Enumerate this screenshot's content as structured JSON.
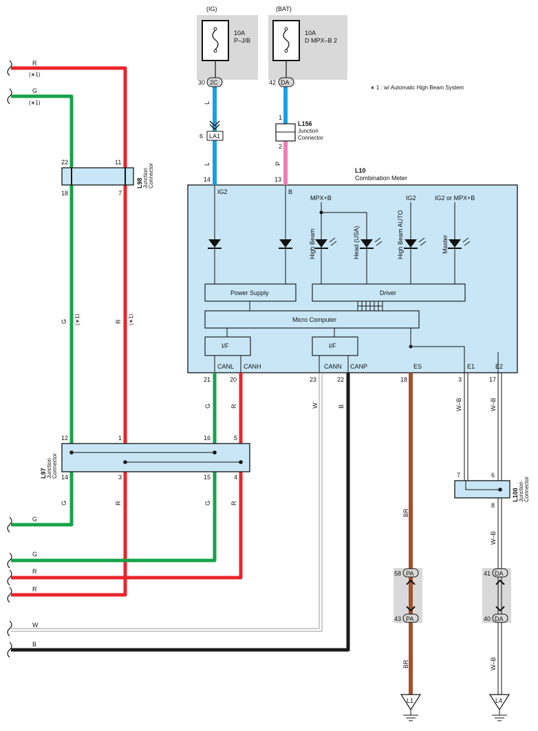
{
  "colors": {
    "red": "#e8252b",
    "green": "#16a34a",
    "blue": "#1aa0e0",
    "pink": "#ec7fb4",
    "brown": "#a0522d",
    "black": "#1a1a1a",
    "white_wire": "#9a9a9a",
    "block_fill": "#c8e6f6",
    "shade": "#d9d9d9"
  },
  "note": "∗ 1 : w/ Automatic High Beam System",
  "fuses": [
    {
      "supply": "(IG)",
      "amp": "10A",
      "name": "P–J/B",
      "connector": "2C",
      "pin": "30"
    },
    {
      "supply": "(BAT)",
      "amp": "10A",
      "name": "D MPX–B 2",
      "connector": "DA",
      "pin": "42"
    }
  ],
  "connectors": {
    "la1": {
      "label": "LA1",
      "pin": "6"
    },
    "l156": {
      "code": "L156",
      "name1": "Junction",
      "name2": "Connector",
      "pin_top": "1",
      "pin_bottom": "2"
    },
    "l10": {
      "code": "L10",
      "name": "Combination Meter"
    },
    "l98": {
      "code": "L98",
      "name1": "Junction",
      "name2": "Connector",
      "pins": [
        "22",
        "11",
        "18",
        "7"
      ]
    },
    "l97": {
      "code": "L97",
      "name1": "Junction",
      "name2": "Connector",
      "pins_top": [
        "12",
        "1",
        "16",
        "5"
      ],
      "pins_bottom": [
        "14",
        "3",
        "15",
        "4"
      ]
    },
    "l100": {
      "code": "L100",
      "name1": "Junction",
      "name2": "Connector",
      "pins": [
        "7",
        "6",
        "8"
      ]
    },
    "pa": {
      "label": "PA",
      "pin_top": "58",
      "pin_bottom": "43"
    },
    "da": {
      "label": "DA",
      "pin_top": "41",
      "pin_bottom": "40"
    }
  },
  "meter": {
    "top_pins": [
      {
        "pin": "14",
        "name": "IG2"
      },
      {
        "pin": "13",
        "name": "B"
      }
    ],
    "bottom_pins": [
      {
        "pin": "21",
        "name": "CANL"
      },
      {
        "pin": "20",
        "name": "CANH"
      },
      {
        "pin": "23",
        "name": "CANN"
      },
      {
        "pin": "22",
        "name": "CANP"
      },
      {
        "pin": "18",
        "name": "ES"
      },
      {
        "pin": "3",
        "name": "E1"
      },
      {
        "pin": "17",
        "name": "E2"
      }
    ],
    "blocks": {
      "power_supply": "Power Supply",
      "driver": "Driver",
      "micro": "Micro Computer",
      "if1": "I/F",
      "if2": "I/F"
    },
    "supplies": {
      "mpxb": "MPX+B",
      "ig2": "IG2",
      "ig2mpx": "IG2 or MPX+B"
    },
    "leds": [
      "High Beam",
      "Head (USA)",
      "High Beam AUTO",
      "Master"
    ]
  },
  "wire_labels": {
    "L": "L",
    "P": "P",
    "R": "R",
    "G": "G",
    "W": "W",
    "B": "B",
    "BR": "BR",
    "WB": "W–B",
    "star1": "(∗1)"
  },
  "grounds": [
    "L1",
    "L4"
  ]
}
